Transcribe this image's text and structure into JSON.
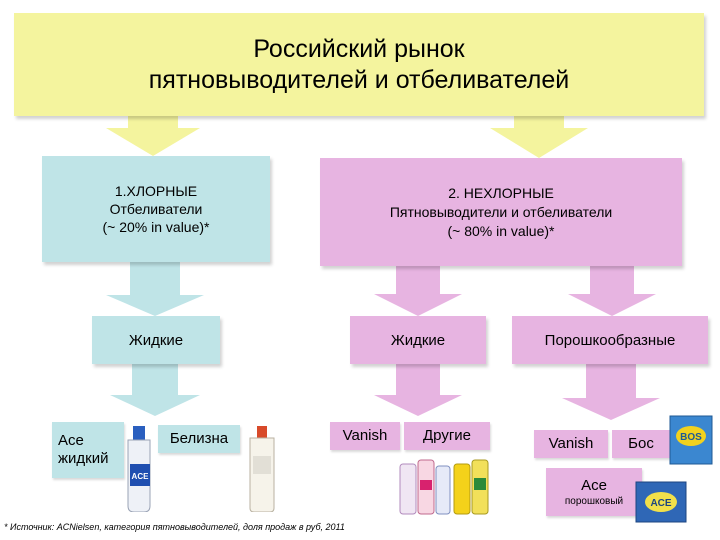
{
  "title": {
    "line1": "Российский рынок",
    "line2": "пятновыводителей и отбеливателей"
  },
  "categories": [
    {
      "line1": "1.ХЛОРНЫЕ",
      "line2": "Отбеливатели",
      "line3": "(~ 20% in value)*"
    },
    {
      "line1": "2. НЕХЛОРНЫЕ",
      "line2": "Пятновыводители и отбеливатели",
      "line3": "(~ 80% in value)*"
    }
  ],
  "subcategories": {
    "chlorine_liquid": "Жидкие",
    "nonchlorine_liquid": "Жидкие",
    "nonchlorine_powder": "Порошкообразные"
  },
  "products": {
    "ace_liquid": {
      "line1": "Ace",
      "line2": "жидкий"
    },
    "belizna": "Белизна",
    "vanish_liquid": "Vanish",
    "others": "Другие",
    "vanish_powder": "Vanish",
    "bos": "Бос",
    "ace_powder": {
      "line1": "Ace",
      "line2": "порошковый"
    }
  },
  "product_images": [
    "ace-bottle",
    "belizna-bottle",
    "vanish-bottles",
    "other-bottles",
    "bos-box",
    "ace-powder-box"
  ],
  "footnote": "* Источник: ACNielsen, категория пятновыводителей, доля продаж в руб, 2011",
  "colors": {
    "title_bg": "#f4f49e",
    "chlorine": "#bfe4e7",
    "nonchlorine": "#e7b4e1"
  }
}
